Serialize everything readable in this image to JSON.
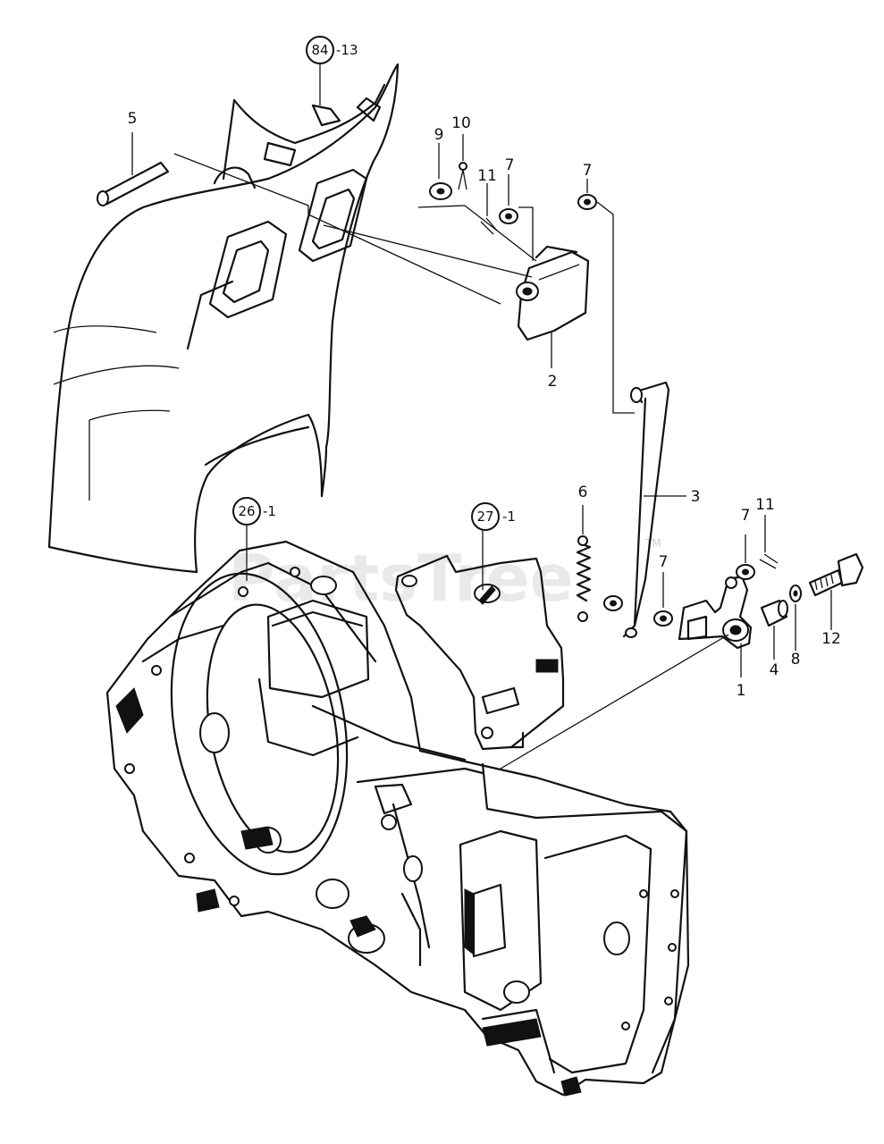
{
  "diagram": {
    "watermark": "PartsTree",
    "watermark_tm": "TM",
    "references": [
      {
        "id": "ref-84",
        "circled": "84",
        "suffix": "-13"
      },
      {
        "id": "ref-26",
        "circled": "26",
        "suffix": "-1"
      },
      {
        "id": "ref-27",
        "circled": "27",
        "suffix": "-1"
      }
    ],
    "callouts": [
      {
        "id": "callout-5",
        "label": "5"
      },
      {
        "id": "callout-9",
        "label": "9"
      },
      {
        "id": "callout-10",
        "label": "10"
      },
      {
        "id": "callout-11-top",
        "label": "11"
      },
      {
        "id": "callout-7-a",
        "label": "7"
      },
      {
        "id": "callout-7-b",
        "label": "7"
      },
      {
        "id": "callout-2",
        "label": "2"
      },
      {
        "id": "callout-6",
        "label": "6"
      },
      {
        "id": "callout-3",
        "label": "3"
      },
      {
        "id": "callout-7-c",
        "label": "7"
      },
      {
        "id": "callout-11-right",
        "label": "11"
      },
      {
        "id": "callout-7-d",
        "label": "7"
      },
      {
        "id": "callout-12",
        "label": "12"
      },
      {
        "id": "callout-1",
        "label": "1"
      },
      {
        "id": "callout-4",
        "label": "4"
      },
      {
        "id": "callout-8",
        "label": "8"
      }
    ]
  }
}
